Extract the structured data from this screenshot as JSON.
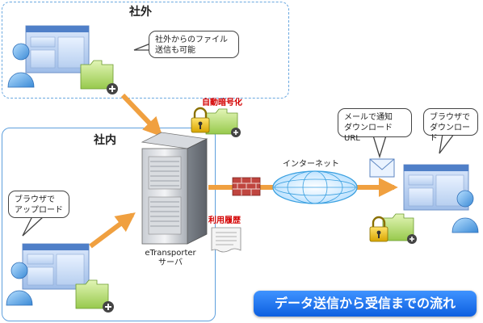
{
  "zones": {
    "outside_label": "社外",
    "inside_label": "社内"
  },
  "bubbles": {
    "outside_send": [
      "社外からのファイル",
      "送信も可能"
    ],
    "browser_upload": [
      "ブラウザで",
      "アップロード"
    ],
    "mail_notify": [
      "メールで通知",
      "ダウンロードURL"
    ],
    "browser_download": [
      "ブラウザで",
      "ダウンロード"
    ]
  },
  "labels": {
    "auto_encrypt": "自動暗号化",
    "usage_history": "利用履歴",
    "internet": "インターネット",
    "server_name": "eTransporter",
    "server_type": "サーバ"
  },
  "banner": {
    "text": "データ送信から受信までの流れ"
  },
  "colors": {
    "zone_border": "#5fa0dd",
    "arrow": "#f0a040",
    "banner": "#1a6ef0",
    "highlight_text": "#d40000"
  }
}
